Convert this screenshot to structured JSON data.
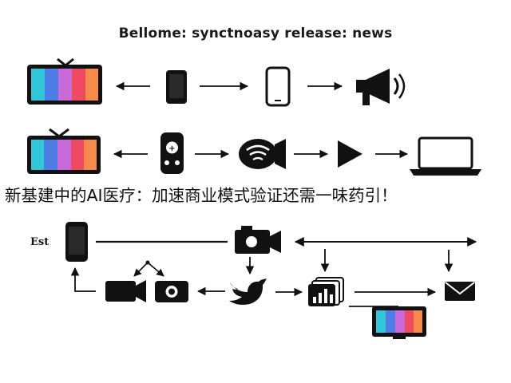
{
  "title": "Bellome: synctnoasy release: news",
  "caption": "新基建中的AI医疗：加速商业模式验证还需一味药引！",
  "row3_label": "Est",
  "colors": {
    "ink": "#111111",
    "stripes": [
      "#31c6d8",
      "#4f7de6",
      "#c86bd8",
      "#f04a63",
      "#f58a4a"
    ]
  },
  "rows": [
    {
      "name": "row-1",
      "items": [
        "tv-icon",
        "smartphone-icon",
        "smartphone-outline-icon",
        "megaphone-icon"
      ]
    },
    {
      "name": "row-2",
      "items": [
        "tv-icon",
        "remote-control-icon",
        "streaming-icon",
        "play-icon",
        "laptop-icon"
      ]
    },
    {
      "name": "row-3",
      "items": [
        "smartphone-icon",
        "video-camera-icon",
        "video-camera-icon",
        "camera-icon",
        "bird-icon",
        "bar-chart-icon",
        "envelope-icon",
        "tv-icon"
      ]
    }
  ]
}
